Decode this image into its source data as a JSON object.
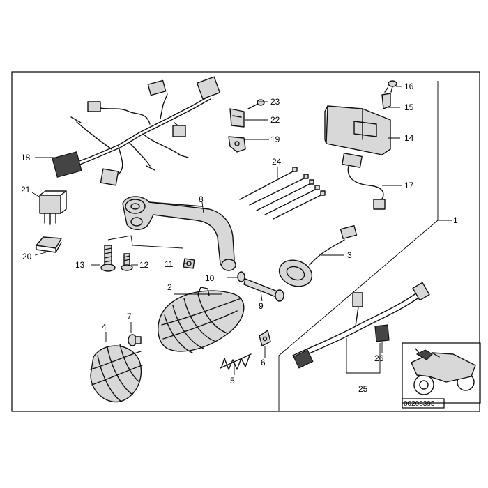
{
  "diagram": {
    "reference_code": "00208395",
    "labels": [
      {
        "id": "1",
        "text": "1"
      },
      {
        "id": "2",
        "text": "2"
      },
      {
        "id": "3",
        "text": "3"
      },
      {
        "id": "4",
        "text": "4"
      },
      {
        "id": "5",
        "text": "5"
      },
      {
        "id": "6",
        "text": "6"
      },
      {
        "id": "7",
        "text": "7"
      },
      {
        "id": "8",
        "text": "8"
      },
      {
        "id": "9",
        "text": "9"
      },
      {
        "id": "10",
        "text": "10"
      },
      {
        "id": "11",
        "text": "11"
      },
      {
        "id": "12",
        "text": "12"
      },
      {
        "id": "13",
        "text": "13"
      },
      {
        "id": "14",
        "text": "14"
      },
      {
        "id": "15",
        "text": "15"
      },
      {
        "id": "16",
        "text": "16"
      },
      {
        "id": "17",
        "text": "17"
      },
      {
        "id": "18",
        "text": "18"
      },
      {
        "id": "19",
        "text": "19"
      },
      {
        "id": "20",
        "text": "20"
      },
      {
        "id": "21",
        "text": "21"
      },
      {
        "id": "22",
        "text": "22"
      },
      {
        "id": "23",
        "text": "23"
      },
      {
        "id": "24",
        "text": "24"
      },
      {
        "id": "25",
        "text": "25"
      },
      {
        "id": "26",
        "text": "26"
      }
    ]
  }
}
